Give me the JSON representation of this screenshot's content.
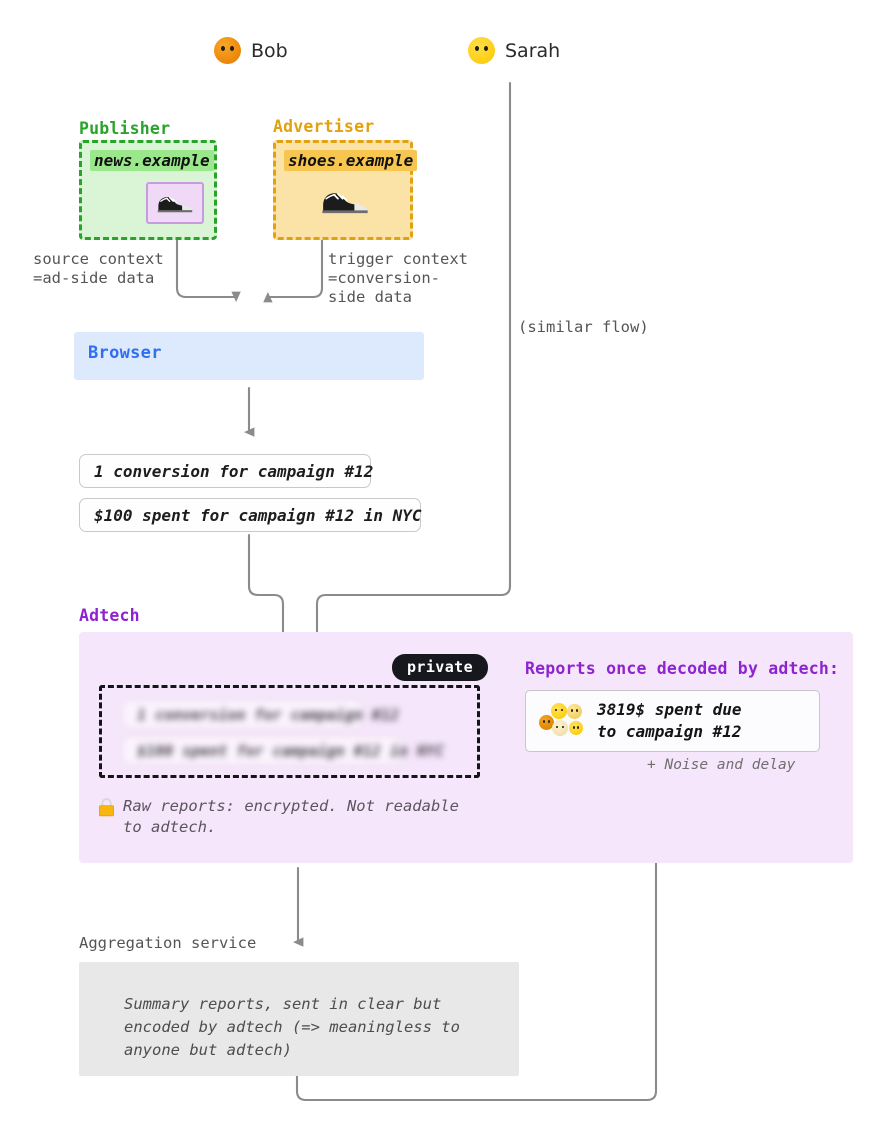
{
  "actors": [
    {
      "name": "Bob",
      "face": "orange-face-icon",
      "color": "#ef8d10"
    },
    {
      "name": "Sarah",
      "face": "yellow-face-icon",
      "color": "#ffd21e"
    }
  ],
  "publisher": {
    "label": "Publisher",
    "color": "#2aa32a",
    "url": "news.example",
    "ad_icon": "sneaker-icon",
    "caption": "source context\n=ad-side data"
  },
  "advertiser": {
    "label": "Advertiser",
    "color": "#e2a110",
    "url": "shoes.example",
    "site_icon": "sneaker-icon",
    "caption": "trigger context\n=conversion-\nside data"
  },
  "similar_flow_note": "(similar flow)",
  "browser": {
    "label": "Browser",
    "color": "#2f6ff0"
  },
  "messages": [
    "1 conversion for campaign #12",
    "$100 spent for campaign #12 in NYC"
  ],
  "adtech": {
    "label": "Adtech",
    "color": "#8e24d0",
    "private_badge": "private",
    "blurred_reports": [
      "1 conversion for campaign #12",
      "$100 spent for campaign #12 in NYC"
    ],
    "lock_icon": "padlock-icon",
    "raw_note": "Raw reports: encrypted. Not readable\nto adtech.",
    "reports_title": "Reports once decoded by adtech:",
    "decoded_report": "3819$ spent due\nto campaign #12",
    "crowd_icon": "people-faces-icon",
    "noise_note": "+ Noise and delay"
  },
  "aggregation": {
    "label": "Aggregation service",
    "text": "Summary reports, sent in clear but\nencoded by adtech (=> meaningless to\nanyone but adtech)"
  }
}
